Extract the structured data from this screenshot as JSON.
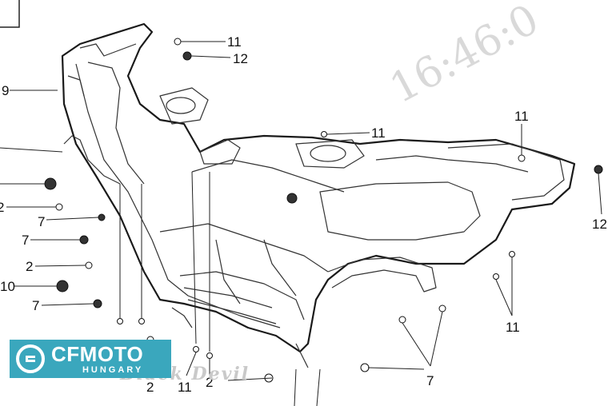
{
  "watermark": {
    "text": "16:46:0"
  },
  "logo": {
    "brand": "CFMOTO",
    "sub": "HUNGARY"
  },
  "brand_watermark": {
    "text": "Black Devil"
  },
  "callouts": [
    {
      "id": "c11-top",
      "label": "11"
    },
    {
      "id": "c12-top",
      "label": "12"
    },
    {
      "id": "c9",
      "label": "9"
    },
    {
      "id": "c11-center",
      "label": "11"
    },
    {
      "id": "c11-right",
      "label": "11"
    },
    {
      "id": "c12-right",
      "label": "12"
    },
    {
      "id": "c2-left",
      "label": "2"
    },
    {
      "id": "c7-left-a",
      "label": "7"
    },
    {
      "id": "c7-left-b",
      "label": "7"
    },
    {
      "id": "c2-mid",
      "label": "2"
    },
    {
      "id": "c10",
      "label": "10"
    },
    {
      "id": "c7-left-c",
      "label": "7"
    },
    {
      "id": "c11-bottom-right",
      "label": "11"
    },
    {
      "id": "c2-bottom",
      "label": "2"
    },
    {
      "id": "c11-bottom",
      "label": "11"
    },
    {
      "id": "c2-bottom-b",
      "label": "2"
    },
    {
      "id": "c7-bottom",
      "label": "7"
    }
  ]
}
